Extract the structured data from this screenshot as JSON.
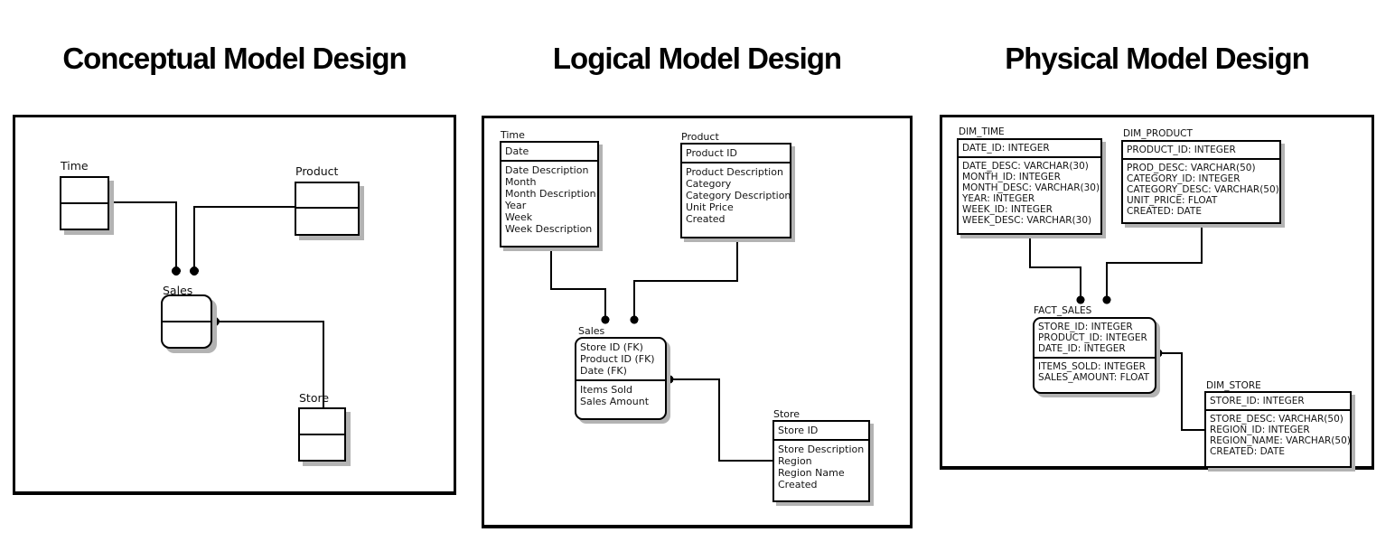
{
  "colors": {
    "ink": "#000000",
    "shadow": "#b3b3b3",
    "background": "#ffffff"
  },
  "panels": {
    "conceptual": {
      "title": "Conceptual Model Design",
      "entities": {
        "time": {
          "label": "Time"
        },
        "product": {
          "label": "Product"
        },
        "sales": {
          "label": "Sales"
        },
        "store": {
          "label": "Store"
        }
      }
    },
    "logical": {
      "title": "Logical Model Design",
      "tables": {
        "time": {
          "label": "Time",
          "key": "Date",
          "attrs": [
            "Date Description",
            "Month",
            "Month Description",
            "Year",
            "Week",
            "Week Description"
          ]
        },
        "product": {
          "label": "Product",
          "key": "Product ID",
          "attrs": [
            "Product Description",
            "Category",
            "Category Description",
            "Unit Price",
            "Created"
          ]
        },
        "sales": {
          "label": "Sales",
          "keys": [
            "Store ID (FK)",
            "Product ID (FK)",
            "Date (FK)"
          ],
          "attrs": [
            "Items Sold",
            "Sales Amount"
          ]
        },
        "store": {
          "label": "Store",
          "key": "Store ID",
          "attrs": [
            "Store Description",
            "Region",
            "Region Name",
            "Created"
          ]
        }
      }
    },
    "physical": {
      "title": "Physical Model Design",
      "tables": {
        "dim_time": {
          "label": "DIM_TIME",
          "key": "DATE_ID: INTEGER",
          "attrs": [
            "DATE_DESC: VARCHAR(30)",
            "MONTH_ID: INTEGER",
            "MONTH_DESC: VARCHAR(30)",
            "YEAR: INTEGER",
            "WEEK_ID: INTEGER",
            "WEEK_DESC: VARCHAR(30)"
          ]
        },
        "dim_product": {
          "label": "DIM_PRODUCT",
          "key": "PRODUCT_ID: INTEGER",
          "attrs": [
            "PROD_DESC: VARCHAR(50)",
            "CATEGORY_ID: INTEGER",
            "CATEGORY_DESC: VARCHAR(50)",
            "UNIT_PRICE: FLOAT",
            "CREATED: DATE"
          ]
        },
        "fact_sales": {
          "label": "FACT_SALES",
          "keys": [
            "STORE_ID: INTEGER",
            "PRODUCT_ID: INTEGER",
            "DATE_ID: INTEGER"
          ],
          "attrs": [
            "ITEMS_SOLD: INTEGER",
            "SALES_AMOUNT: FLOAT"
          ]
        },
        "dim_store": {
          "label": "DIM_STORE",
          "key": "STORE_ID: INTEGER",
          "attrs": [
            "STORE_DESC: VARCHAR(50)",
            "REGION_ID: INTEGER",
            "REGION_NAME: VARCHAR(50)",
            "CREATED: DATE"
          ]
        }
      }
    }
  }
}
